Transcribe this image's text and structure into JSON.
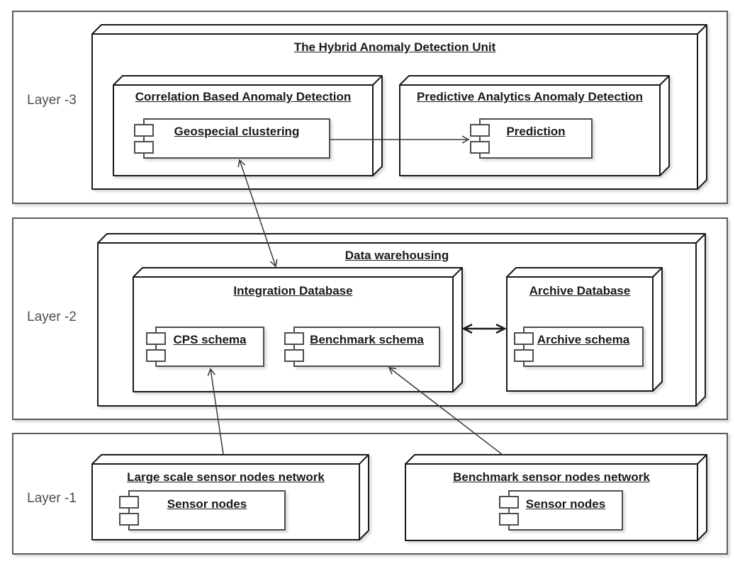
{
  "diagram": {
    "layer3": {
      "label": "Layer -3",
      "hybrid_unit": {
        "title": "The Hybrid Anomaly Detection Unit"
      },
      "correlation": {
        "title": "Correlation Based Anomaly Detection"
      },
      "geospecial": {
        "label": "Geospecial clustering"
      },
      "predictive": {
        "title": "Predictive Analytics Anomaly Detection"
      },
      "prediction": {
        "label": "Prediction"
      }
    },
    "layer2": {
      "label": "Layer -2",
      "warehousing": {
        "title": "Data warehousing"
      },
      "integration_db": {
        "title": "Integration Database"
      },
      "cps_schema": {
        "label": "CPS schema"
      },
      "benchmark_schema": {
        "label": "Benchmark schema"
      },
      "archive_db": {
        "title": "Archive Database"
      },
      "archive_schema": {
        "label": "Archive schema"
      }
    },
    "layer1": {
      "label": "Layer -1",
      "large_scale_network": {
        "title": "Large scale sensor nodes network"
      },
      "sensor_nodes_left": {
        "label": "Sensor nodes"
      },
      "benchmark_network": {
        "title": "Benchmark sensor nodes network"
      },
      "sensor_nodes_right": {
        "label": "Sensor nodes"
      }
    },
    "connections": [
      {
        "from": "Geospecial clustering",
        "to": "Prediction",
        "style": "single-arrow"
      },
      {
        "from": "Geospecial clustering",
        "to": "Integration Database",
        "style": "double-arrow"
      },
      {
        "from": "Integration Database",
        "to": "Archive Database",
        "style": "double-arrow-bold"
      },
      {
        "from": "Large scale sensor nodes network",
        "to": "CPS schema",
        "style": "single-arrow"
      },
      {
        "from": "Benchmark sensor nodes network",
        "to": "Benchmark schema",
        "style": "single-arrow"
      }
    ],
    "colors": {
      "stroke": "#1a1a1a",
      "component_stroke": "#4d4d4d",
      "layer_border": "#5c5c5c",
      "text": "#1a1a1a",
      "layer_label_text": "#4d4d4d",
      "background": "#ffffff"
    }
  }
}
